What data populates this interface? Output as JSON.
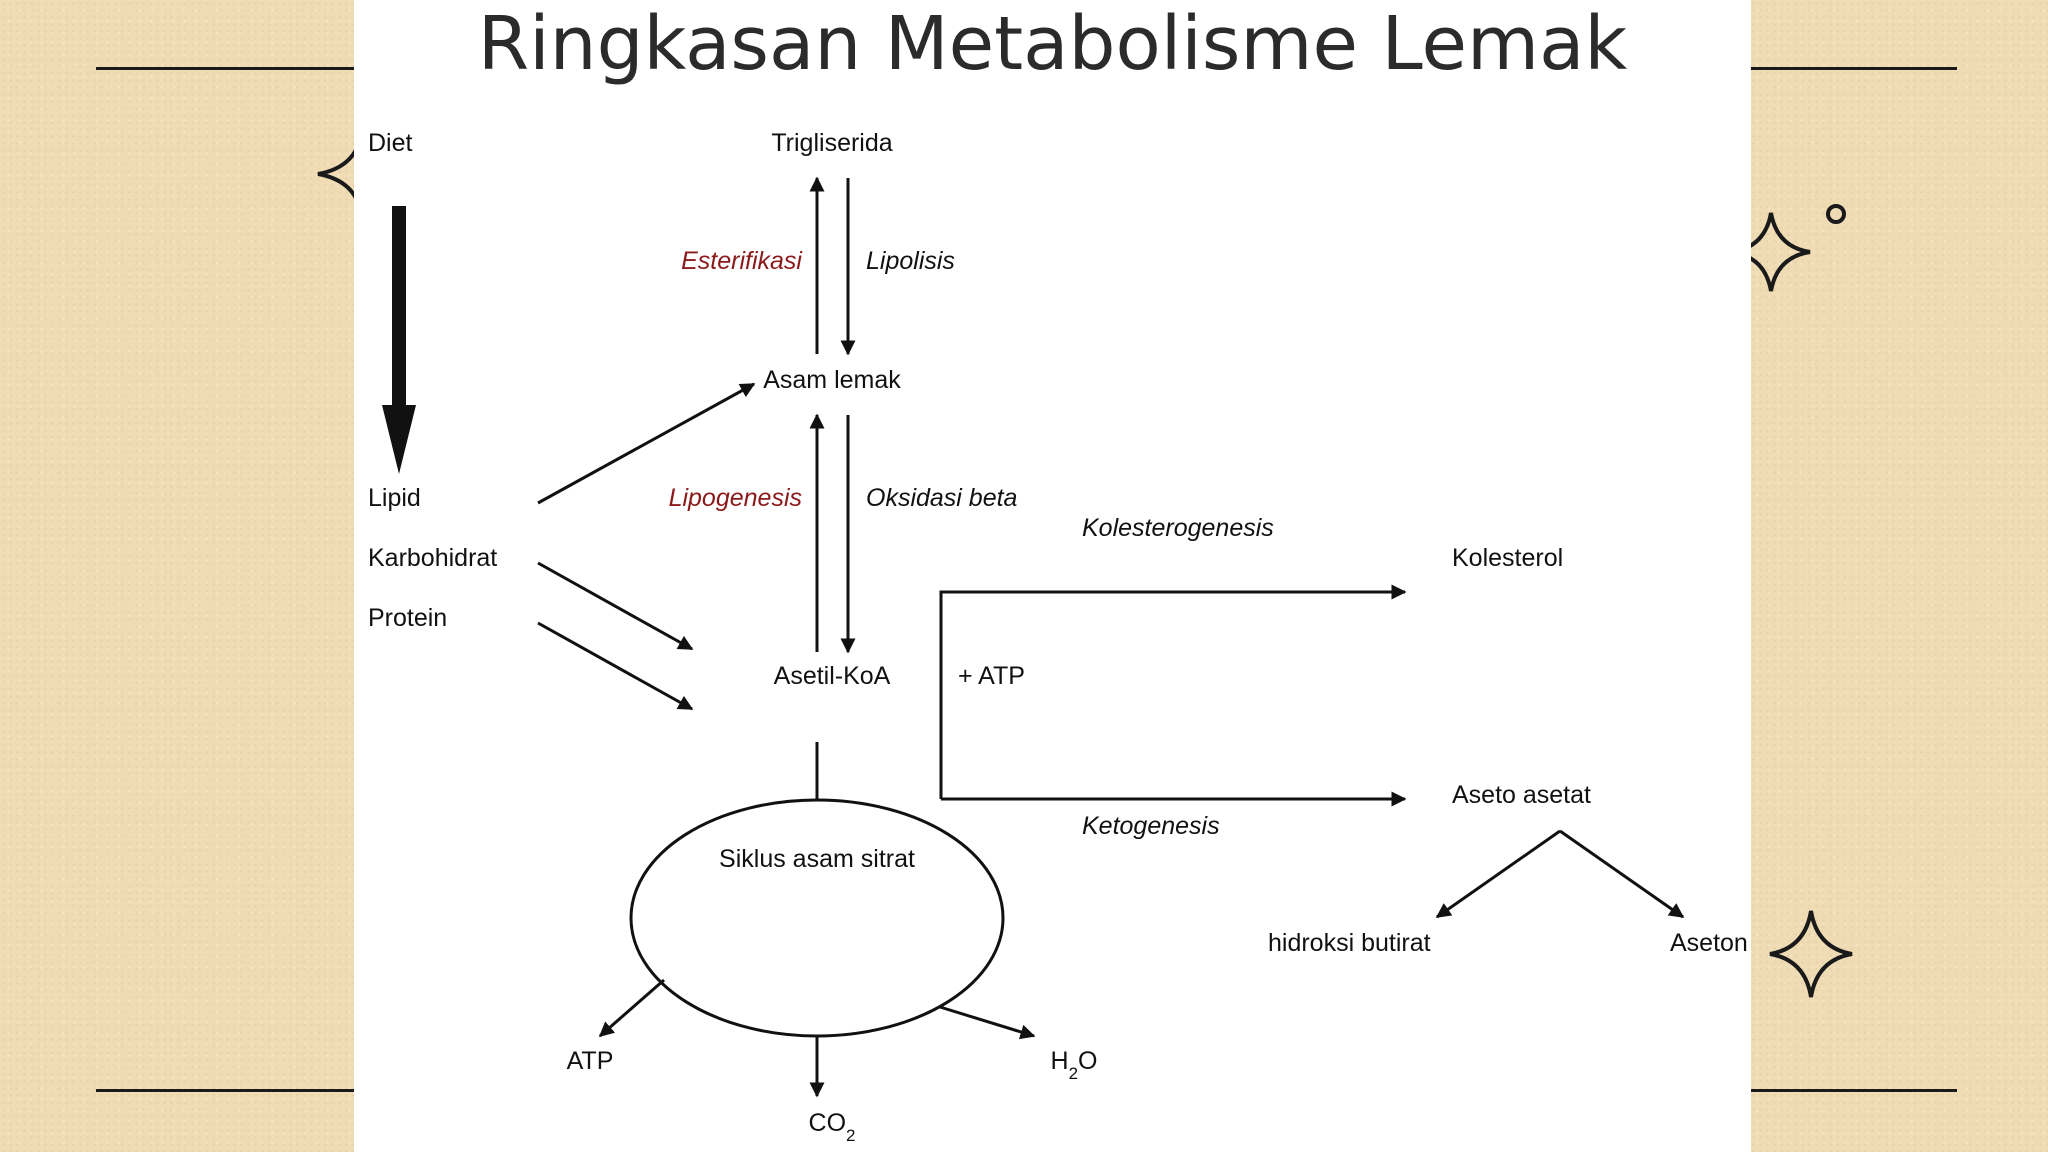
{
  "title": "Ringkasan Metabolisme Lemak",
  "colors": {
    "background": "#efdcb5",
    "panel": "#ffffff",
    "enzyme_red": "#8b1a1a",
    "ink": "#111111"
  },
  "diagram": {
    "nodes": {
      "diet": "Diet",
      "trigliserida": "Trigliserida",
      "asam_lemak": "Asam lemak",
      "lipid": "Lipid",
      "karbohidrat": "Karbohidrat",
      "protein": "Protein",
      "asetil_koa": "Asetil-KoA",
      "atp_plus": "+ ATP",
      "kolesterol": "Kolesterol",
      "aseto_asetat": "Aseto asetat",
      "hidroksi_butirat": "hidroksi butirat",
      "aseton": "Aseton",
      "siklus": "Siklus asam sitrat",
      "atp": "ATP",
      "co2": "CO2",
      "h2o": "H2O"
    },
    "processes": {
      "esterifikasi": "Esterifikasi",
      "lipolisis": "Lipolisis",
      "lipogenesis": "Lipogenesis",
      "oksidasi_beta": "Oksidasi beta",
      "kolesterogenesis": "Kolesterogenesis",
      "ketogenesis": "Ketogenesis"
    }
  },
  "decorations": [
    "four-point-star-icon",
    "four-point-star-icon",
    "four-point-star-icon",
    "small-circle-icon"
  ]
}
